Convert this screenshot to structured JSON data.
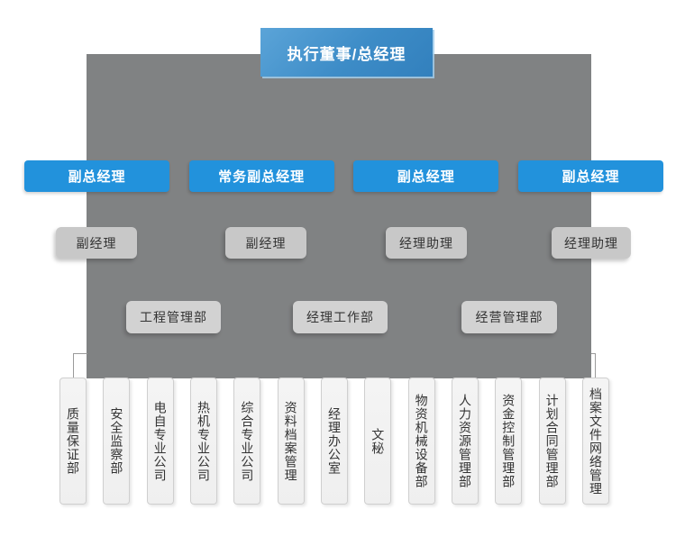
{
  "org": {
    "title": "执行董事/总经理",
    "executives": [
      {
        "label": "副总经理"
      },
      {
        "label": "常务副总经理"
      },
      {
        "label": "副总经理"
      },
      {
        "label": "副总经理"
      }
    ],
    "assistants": [
      {
        "label": "副经理"
      },
      {
        "label": "副经理"
      },
      {
        "label": "经理助理"
      },
      {
        "label": "经理助理"
      }
    ],
    "offices": [
      {
        "label": "工程管理部"
      },
      {
        "label": "经理工作部"
      },
      {
        "label": "经营管理部"
      }
    ],
    "departments": [
      {
        "label": "质量保证部"
      },
      {
        "label": "安全监察部"
      },
      {
        "label": "电自专业公司"
      },
      {
        "label": "热机专业公司"
      },
      {
        "label": "综合专业公司"
      },
      {
        "label": "资料档案管理"
      },
      {
        "label": "经理办公室"
      },
      {
        "label": "文秘"
      },
      {
        "label": "物资机械设备部"
      },
      {
        "label": "人力资源管理部"
      },
      {
        "label": "资金控制管理部"
      },
      {
        "label": "计划合同管理部"
      },
      {
        "label": "档案文件网络管理"
      }
    ],
    "colors": {
      "accent_blue": "#2292dc",
      "header_blue_start": "#5ba4d8",
      "header_blue_end": "#3280bd",
      "panel_gray": "#808283",
      "mid_node_gray": "#c8c8c8",
      "office_node_gray": "#d2d2d2",
      "dept_bg": "#f1f1f1",
      "text_dark": "#333333"
    }
  }
}
